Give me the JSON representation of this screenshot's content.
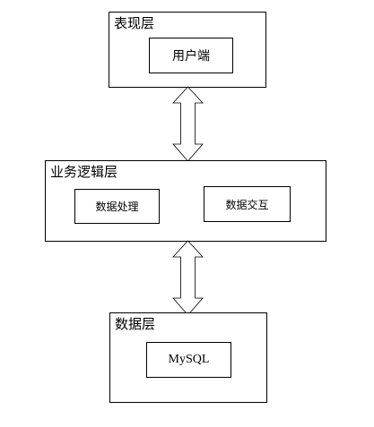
{
  "diagram": {
    "presentation_layer": {
      "title": "表现层",
      "components": [
        "用户端"
      ]
    },
    "business_layer": {
      "title": "业务逻辑层",
      "components": [
        "数据处理",
        "数据交互"
      ]
    },
    "data_layer": {
      "title": "数据层",
      "components": [
        "MySQL"
      ]
    },
    "connectors": [
      {
        "from": "表现层",
        "to": "业务逻辑层",
        "style": "double-headed hollow arrow"
      },
      {
        "from": "业务逻辑层",
        "to": "数据层",
        "style": "double-headed hollow arrow"
      }
    ]
  }
}
